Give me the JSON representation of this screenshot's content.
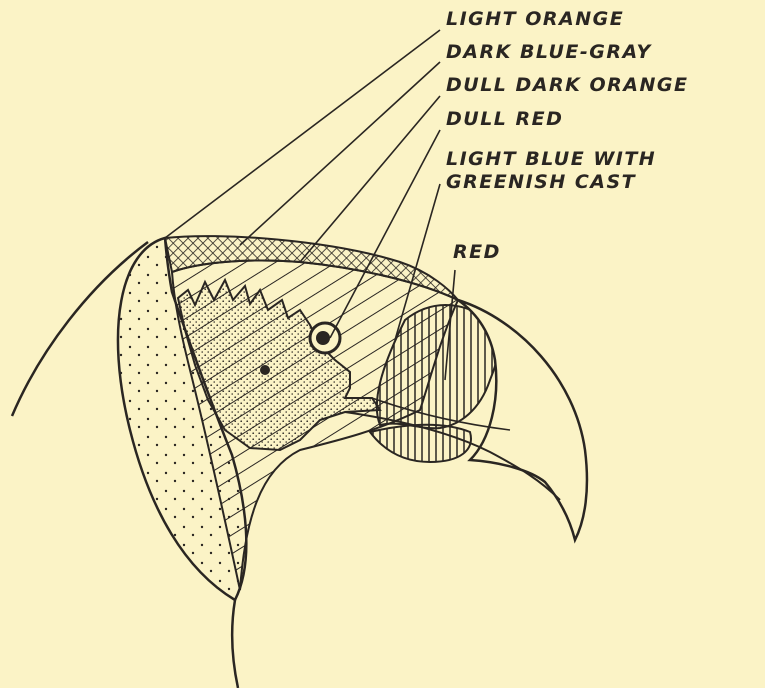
{
  "labels": {
    "light_orange": "LIGHT ORANGE",
    "dark_blue_gray": "DARK BLUE-GRAY",
    "dull_dark_orange": "DULL DARK ORANGE",
    "dull_red": "DULL RED",
    "light_blue_line1": "LIGHT BLUE WITH",
    "light_blue_line2": "GREENISH CAST",
    "red": "RED"
  },
  "colors": {
    "paper": "#fbf3c6",
    "ink": "#2a2622"
  }
}
